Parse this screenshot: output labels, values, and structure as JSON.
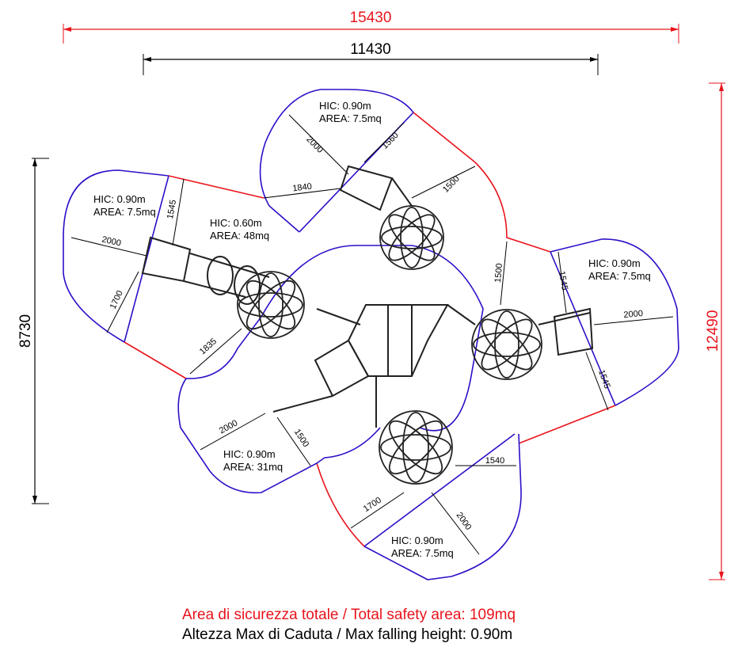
{
  "dimensions": {
    "overall_width": "15430",
    "equipment_width": "11430",
    "equipment_depth": "8730",
    "overall_depth": "12490"
  },
  "zones": [
    {
      "hic": "HIC: 0.90m",
      "area": "AREA: 7.5mq"
    },
    {
      "hic": "HIC: 0.90m",
      "area": "AREA: 7.5mq"
    },
    {
      "hic": "HIC: 0.60m",
      "area": "AREA: 48mq"
    },
    {
      "hic": "HIC: 0.90m",
      "area": "AREA: 7.5mq"
    },
    {
      "hic": "HIC: 0.90m",
      "area": "AREA: 31mq"
    },
    {
      "hic": "HIC: 0.90m",
      "area": "AREA: 7.5mq"
    }
  ],
  "measures": [
    "2000",
    "1560",
    "1500",
    "1840",
    "1545",
    "2000",
    "1700",
    "1835",
    "1500",
    "1545",
    "2000",
    "1545",
    "2000",
    "1500",
    "1540",
    "1700",
    "2000"
  ],
  "footer": {
    "total_area": "Area di sicurezza totale / Total safety area: 109mq",
    "max_height": "Altezza Max di Caduta / Max falling height: 0.90m"
  },
  "colors": {
    "safety_blue": "#2a10c8",
    "boundary_red": "#e8141c",
    "dimension_black": "#000000"
  }
}
